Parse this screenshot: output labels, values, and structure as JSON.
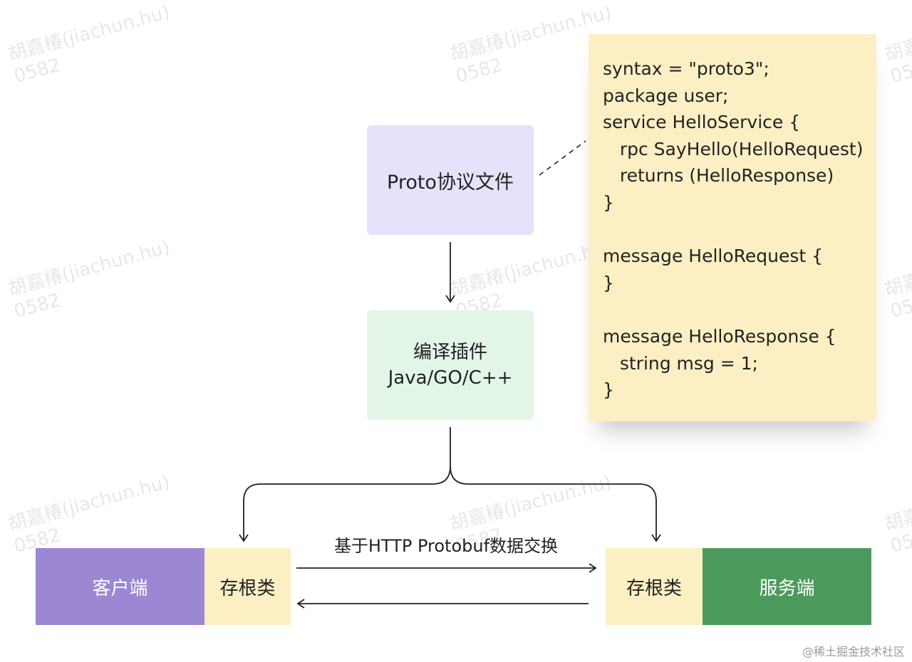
{
  "proto_box": {
    "label": "Proto协议文件"
  },
  "compile_box": {
    "line1": "编译插件",
    "line2": "Java/GO/C++"
  },
  "code_note": {
    "lines": [
      "syntax = \"proto3\";",
      "package user;",
      "service HelloService {",
      "   rpc SayHello(HelloRequest)",
      "   returns (HelloResponse)",
      "}",
      "",
      "message HelloRequest {",
      "}",
      "",
      "message HelloResponse {",
      "   string msg = 1;",
      "}"
    ]
  },
  "client": {
    "label": "客户端",
    "stub_label": "存根类"
  },
  "server": {
    "label": "服务端",
    "stub_label": "存根类"
  },
  "exchange": {
    "label": "基于HTTP Protobuf数据交换"
  },
  "watermark": "胡嘉椿(jiachun.hu)\n0582",
  "footer": {
    "credit": "@稀土掘金技术社区"
  },
  "colors": {
    "proto_box": "#e6e2fb",
    "compile_box": "#e3f5e6",
    "code_note": "#fdefc4",
    "client": "#9b87d2",
    "server": "#4b9a5c",
    "stub": "#fdefc4"
  }
}
